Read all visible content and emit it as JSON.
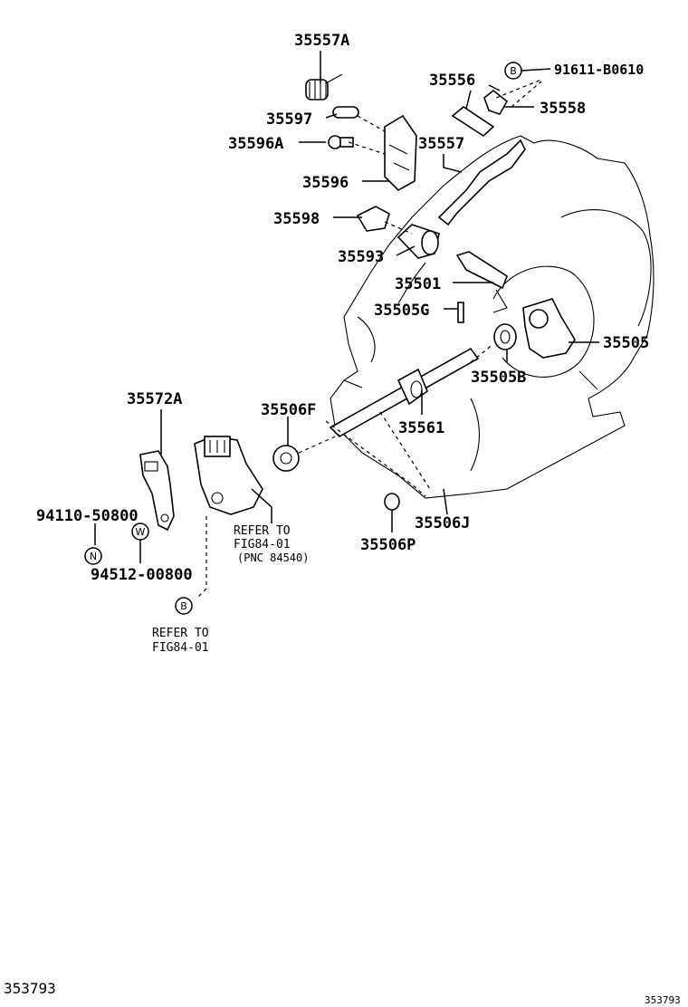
{
  "parts": {
    "p35557A": "35557A",
    "p35556": "35556",
    "p91611": "91611-B0610",
    "p35597": "35597",
    "p35558": "35558",
    "p35596A": "35596A",
    "p35557": "35557",
    "p35596": "35596",
    "p35598": "35598",
    "p35593": "35593",
    "p35501": "35501",
    "p35505G": "35505G",
    "p35505": "35505",
    "p35505B": "35505B",
    "p35572A": "35572A",
    "p35506F": "35506F",
    "p35561": "35561",
    "p94110": "94110-50800",
    "p94512": "94512-00800",
    "p35506J": "35506J",
    "p35506P": "35506P"
  },
  "callouts": {
    "B": "B",
    "W": "W",
    "N": "N"
  },
  "notes": {
    "refer1_line1": "REFER TO",
    "refer1_line2": "FIG84-01",
    "refer1_line3": "(PNC 84540)",
    "refer2_line1": "REFER TO",
    "refer2_line2": "FIG84-01"
  },
  "footer": {
    "left_id": "353793",
    "right_id": "353793"
  }
}
